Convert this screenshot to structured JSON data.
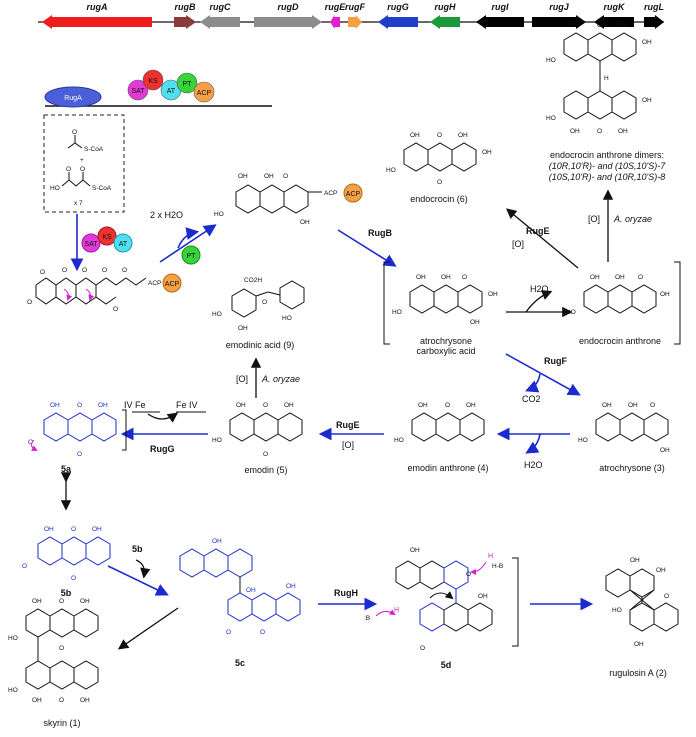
{
  "genes": [
    {
      "label": "rugA",
      "color": "#ee1c1c",
      "dir": "left"
    },
    {
      "label": "rugB",
      "color": "#8a3a3a",
      "dir": "right"
    },
    {
      "label": "rugC",
      "color": "#8c8c8c",
      "dir": "left"
    },
    {
      "label": "rugD",
      "color": "#8c8c8c",
      "dir": "right"
    },
    {
      "label": "rugE",
      "color": "#e020d0",
      "dir": "left"
    },
    {
      "label": "rugF",
      "color": "#f5a045",
      "dir": "right"
    },
    {
      "label": "rugG",
      "color": "#1f3fc8",
      "dir": "left"
    },
    {
      "label": "rugH",
      "color": "#1a9a3a",
      "dir": "left"
    },
    {
      "label": "rugI",
      "color": "#000000",
      "dir": "left"
    },
    {
      "label": "rugJ",
      "color": "#000000",
      "dir": "right"
    },
    {
      "label": "rugK",
      "color": "#000000",
      "dir": "left"
    },
    {
      "label": "rugL",
      "color": "#000000",
      "dir": "right"
    }
  ],
  "pks": {
    "rugA": "RugA",
    "domains": [
      {
        "label": "SAT",
        "color": "#e23ad8"
      },
      {
        "label": "KS",
        "color": "#ee3030"
      },
      {
        "label": "AT",
        "color": "#4ee0f0"
      },
      {
        "label": "PT",
        "color": "#36d33a"
      },
      {
        "label": "ACP",
        "color": "#f5a045"
      }
    ]
  },
  "starter": {
    "acetyl": "S-CoA",
    "plus": "+",
    "malonyl": "S-CoA",
    "ho": "HO",
    "times": "x 7"
  },
  "reagents": {
    "water2": "2 x H2O",
    "water": "H2O",
    "co2": "CO2",
    "ox": "[O]",
    "aoryzae": "A. oryzae",
    "fe_left": "IV Fe",
    "fe_right": "Fe IV",
    "b_fifth": "5b",
    "b_minus": ":B",
    "bh": "H-B",
    "acp": "ACP",
    "pt": "PT",
    "sat": "SAT",
    "ks": "KS",
    "at": "AT"
  },
  "enzymes": {
    "rugB": "RugB",
    "rugE1": "RugE",
    "rugE2": "RugE",
    "rugF": "RugF",
    "rugG": "RugG",
    "rugH": "RugH"
  },
  "compounds": {
    "endocrocin": "endocrocin (6)",
    "dimers_title": "endocrocin anthrone dimers:",
    "dimers_line1": "(10R,10'R)- and (10S,10'S)-7",
    "dimers_line2": "(10S,10'R)- and (10R,10'S)-8",
    "atrochrysone_acid_1": "atrochrysone",
    "atrochrysone_acid_2": "carboxylic acid",
    "endocrocin_anthrone": "endocrocin anthrone",
    "emodinic_acid": "emodinic acid (9)",
    "atrochrysone": "atrochrysone (3)",
    "emodin_anthrone": "emodin anthrone (4)",
    "emodin": "emodin (5)",
    "c5a": "5a",
    "c5b": "5b",
    "c5c": "5c",
    "c5d": "5d",
    "skyrin": "skyrin (1)",
    "rugulosin": "rugulosin A (2)"
  },
  "atoms": {
    "oh": "OH",
    "o": "O",
    "ho": "HO",
    "co2h": "CO2H",
    "h": "H"
  },
  "colors": {
    "blue": "#1b2bd0",
    "magenta": "#d21fd2",
    "black": "#111111"
  }
}
